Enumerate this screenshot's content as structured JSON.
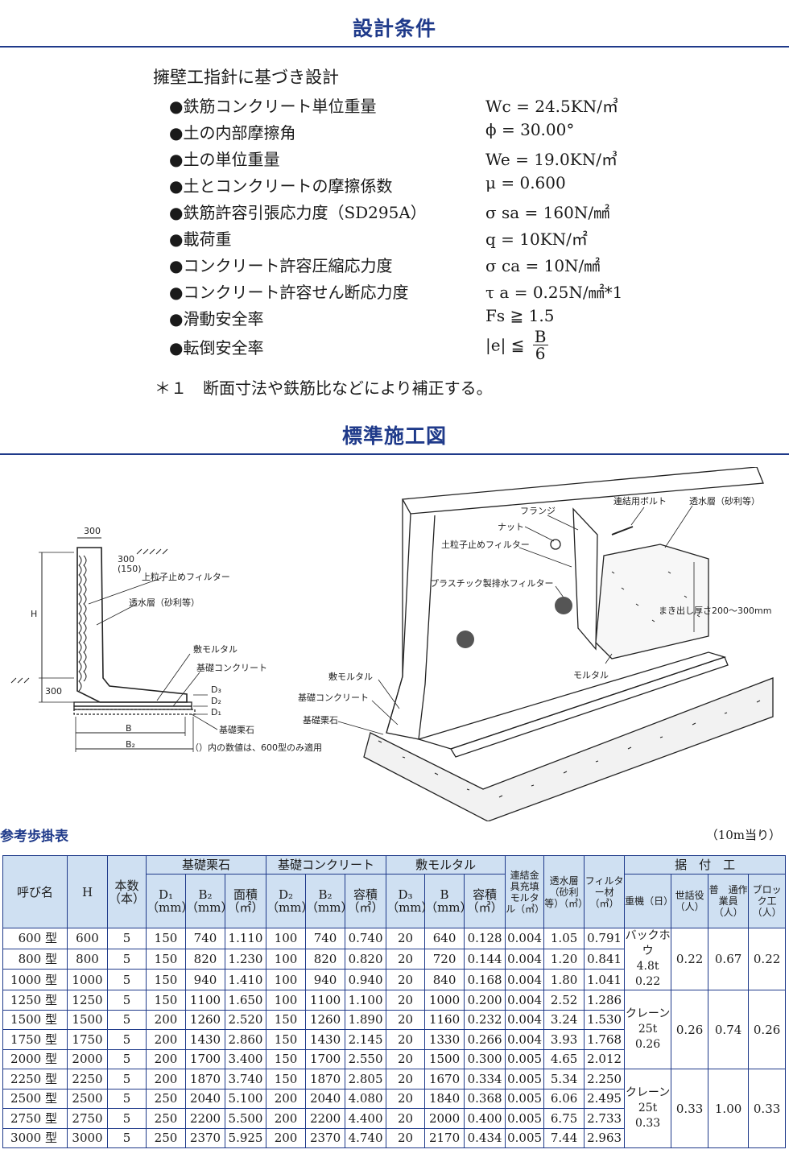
{
  "design": {
    "title": "設計条件",
    "heading": "擁壁工指針に基づき設計",
    "conditions": [
      {
        "label": "●鉄筋コンクリート単位重量",
        "value": "Wc = 24.5KN/㎥"
      },
      {
        "label": "●土の内部摩擦角",
        "value": "ϕ = 30.00°"
      },
      {
        "label": "●土の単位重量",
        "value": "We = 19.0KN/㎥"
      },
      {
        "label": "●土とコンクリートの摩擦係数",
        "value": "μ = 0.600"
      },
      {
        "label": "●鉄筋許容引張応力度（SD295A）",
        "value": "σ sa = 160N/㎟"
      },
      {
        "label": "●載荷重",
        "value": "q = 10KN/㎡"
      },
      {
        "label": "●コンクリート許容圧縮応力度",
        "value": "σ ca = 10N/㎟"
      },
      {
        "label": "●コンクリート許容せん断応力度",
        "value": "τ a = 0.25N/㎟*1"
      },
      {
        "label": "●滑動安全率",
        "value": "Fs ≧ 1.5"
      },
      {
        "label": "●転倒安全率",
        "value": "|e| ≦"
      }
    ],
    "frac_num": "B",
    "frac_den": "6",
    "note": "＊１　断面寸法や鉄筋比などにより補正する。"
  },
  "drawing": {
    "title": "標準施工図",
    "left": {
      "dim_300_top": "300",
      "dim_300_150": "300",
      "dim_150": "(150)",
      "dim_H": "H",
      "dim_300_bottom": "300",
      "dim_B": "B",
      "dim_B2": "B₂",
      "lbl_filter": "上粒子止めフィルター",
      "lbl_permeable": "透水層（砂利等）",
      "lbl_mortar": "敷モルタル",
      "lbl_concrete": "基礎コンクリート",
      "lbl_gravel": "基礎栗石",
      "lbl_D3": "D₃",
      "lbl_D2": "D₂",
      "lbl_D1": "D₁",
      "note": "（）内の数値は、600型のみ適用"
    },
    "right": {
      "lbl_flange": "フランジ",
      "lbl_nut": "ナット",
      "lbl_bolt": "連結用ボルト",
      "lbl_permeable": "透水層（砂利等）",
      "lbl_filter": "土粒子止めフィルター",
      "lbl_plastic": "プラスチック製排水フィルター",
      "lbl_thickness": "まき出し厚さ200～300mm",
      "lbl_mortar_top": "モルタル",
      "lbl_mortar": "敷モルタル",
      "lbl_concrete": "基礎コンクリート",
      "lbl_gravel": "基礎栗石"
    }
  },
  "table": {
    "title": "参考歩掛表",
    "unit": "（10m当り）",
    "headers": {
      "name": "呼び名",
      "H": "H",
      "count": "本数（本）",
      "g1": "基礎栗石",
      "g2": "基礎コンクリート",
      "g3": "敷モルタル",
      "fittings": "連結金具充填モルタル（㎥）",
      "permeable": "透水層（砂利等）（㎥）",
      "filter": "フィルター材（㎥）",
      "g4": "据　付　工",
      "D1": "D₁（mm）",
      "B2a": "B₂（mm）",
      "area": "面積（㎡）",
      "D2": "D₂（mm）",
      "B2b": "B₂（mm）",
      "vol1": "容積（㎥）",
      "D3": "D₃（mm）",
      "B": "B（mm）",
      "vol2": "容積（㎥）",
      "machine": "重機（日）",
      "helper": "世話役（人）",
      "worker": "普　通作業員（人）",
      "block": "ブロック工（人）"
    },
    "rows": [
      {
        "name": "600 型",
        "H": "600",
        "n": "5",
        "d1": "150",
        "b2": "740",
        "area": "1.110",
        "d2": "100",
        "b2c": "740",
        "vc": "0.740",
        "d3": "20",
        "b": "640",
        "vm": "0.128",
        "fit": "0.004",
        "perm": "1.05",
        "filt": "0.791"
      },
      {
        "name": "800 型",
        "H": "800",
        "n": "5",
        "d1": "150",
        "b2": "820",
        "area": "1.230",
        "d2": "100",
        "b2c": "820",
        "vc": "0.820",
        "d3": "20",
        "b": "720",
        "vm": "0.144",
        "fit": "0.004",
        "perm": "1.20",
        "filt": "0.841"
      },
      {
        "name": "1000 型",
        "H": "1000",
        "n": "5",
        "d1": "150",
        "b2": "940",
        "area": "1.410",
        "d2": "100",
        "b2c": "940",
        "vc": "0.940",
        "d3": "20",
        "b": "840",
        "vm": "0.168",
        "fit": "0.004",
        "perm": "1.80",
        "filt": "1.041"
      },
      {
        "name": "1250 型",
        "H": "1250",
        "n": "5",
        "d1": "150",
        "b2": "1100",
        "area": "1.650",
        "d2": "100",
        "b2c": "1100",
        "vc": "1.100",
        "d3": "20",
        "b": "1000",
        "vm": "0.200",
        "fit": "0.004",
        "perm": "2.52",
        "filt": "1.286"
      },
      {
        "name": "1500 型",
        "H": "1500",
        "n": "5",
        "d1": "200",
        "b2": "1260",
        "area": "2.520",
        "d2": "150",
        "b2c": "1260",
        "vc": "1.890",
        "d3": "20",
        "b": "1160",
        "vm": "0.232",
        "fit": "0.004",
        "perm": "3.24",
        "filt": "1.530"
      },
      {
        "name": "1750 型",
        "H": "1750",
        "n": "5",
        "d1": "200",
        "b2": "1430",
        "area": "2.860",
        "d2": "150",
        "b2c": "1430",
        "vc": "2.145",
        "d3": "20",
        "b": "1330",
        "vm": "0.266",
        "fit": "0.004",
        "perm": "3.93",
        "filt": "1.768"
      },
      {
        "name": "2000 型",
        "H": "2000",
        "n": "5",
        "d1": "200",
        "b2": "1700",
        "area": "3.400",
        "d2": "150",
        "b2c": "1700",
        "vc": "2.550",
        "d3": "20",
        "b": "1500",
        "vm": "0.300",
        "fit": "0.005",
        "perm": "4.65",
        "filt": "2.012"
      },
      {
        "name": "2250 型",
        "H": "2250",
        "n": "5",
        "d1": "200",
        "b2": "1870",
        "area": "3.740",
        "d2": "150",
        "b2c": "1870",
        "vc": "2.805",
        "d3": "20",
        "b": "1670",
        "vm": "0.334",
        "fit": "0.005",
        "perm": "5.34",
        "filt": "2.250"
      },
      {
        "name": "2500 型",
        "H": "2500",
        "n": "5",
        "d1": "250",
        "b2": "2040",
        "area": "5.100",
        "d2": "200",
        "b2c": "2040",
        "vc": "4.080",
        "d3": "20",
        "b": "1840",
        "vm": "0.368",
        "fit": "0.005",
        "perm": "6.06",
        "filt": "2.495"
      },
      {
        "name": "2750 型",
        "H": "2750",
        "n": "5",
        "d1": "250",
        "b2": "2200",
        "area": "5.500",
        "d2": "200",
        "b2c": "2200",
        "vc": "4.400",
        "d3": "20",
        "b": "2000",
        "vm": "0.400",
        "fit": "0.005",
        "perm": "6.75",
        "filt": "2.733"
      },
      {
        "name": "3000 型",
        "H": "3000",
        "n": "5",
        "d1": "250",
        "b2": "2370",
        "area": "5.925",
        "d2": "200",
        "b2c": "2370",
        "vc": "4.740",
        "d3": "20",
        "b": "2170",
        "vm": "0.434",
        "fit": "0.005",
        "perm": "7.44",
        "filt": "2.963"
      }
    ],
    "groups": [
      {
        "machine_type": "バックホウ",
        "machine_size": "4.8t",
        "machine_days": "0.22",
        "helper": "0.22",
        "worker": "0.67",
        "block": "0.22"
      },
      {
        "machine_type": "クレーン",
        "machine_size": "25t",
        "machine_days": "0.26",
        "helper": "0.26",
        "worker": "0.74",
        "block": "0.26"
      },
      {
        "machine_type": "クレーン",
        "machine_size": "25t",
        "machine_days": "0.33",
        "helper": "0.33",
        "worker": "1.00",
        "block": "0.33"
      }
    ]
  }
}
